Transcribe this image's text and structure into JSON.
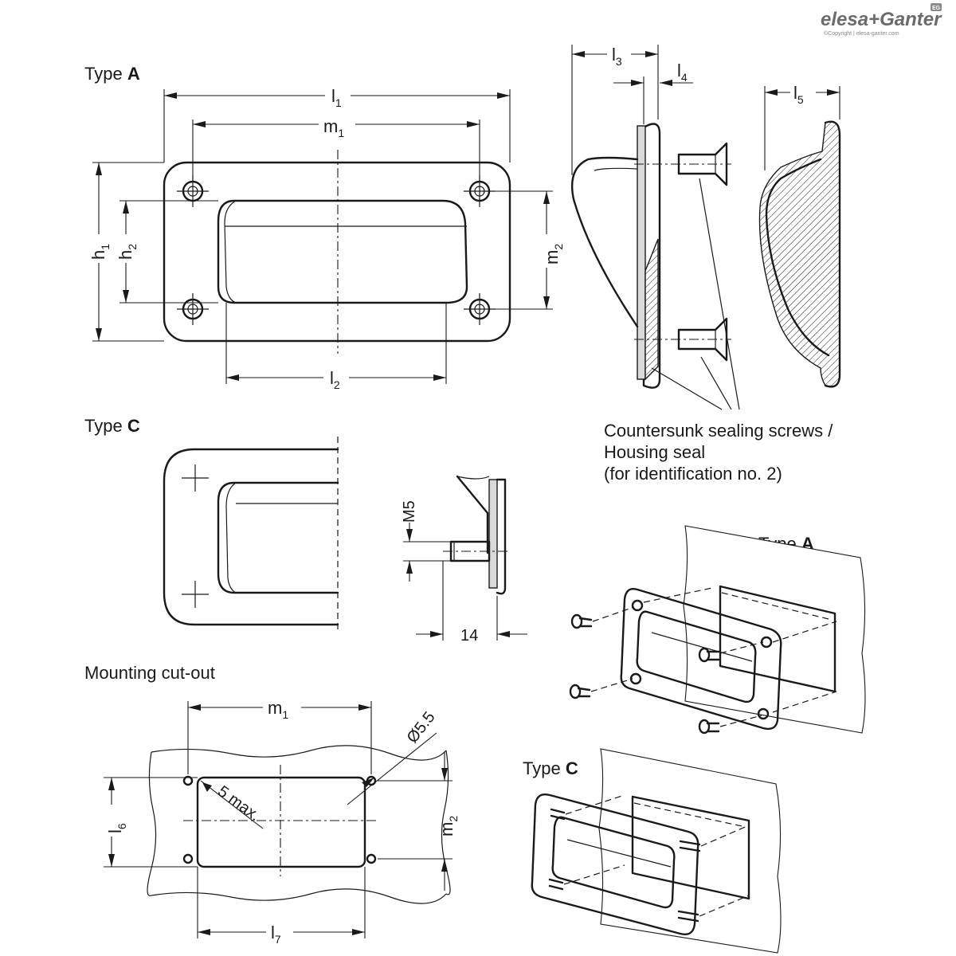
{
  "brand": {
    "logo": "elesa+Ganter",
    "badge": "EG",
    "copyright": "©Copyright | elesa-ganter.com"
  },
  "views": {
    "type_a": {
      "prefix": "Type ",
      "letter": "A"
    },
    "type_c": {
      "prefix": "Type ",
      "letter": "C"
    },
    "mounting_cutout": "Mounting cut-out",
    "iso_type_a": {
      "prefix": "Type ",
      "letter": "A"
    },
    "iso_type_c": {
      "prefix": "Type ",
      "letter": "C"
    }
  },
  "dimensions": {
    "l1": {
      "main": "l",
      "sub": "1"
    },
    "m1": {
      "main": "m",
      "sub": "1"
    },
    "h1": {
      "main": "h",
      "sub": "1"
    },
    "h2": {
      "main": "h",
      "sub": "2"
    },
    "m2": {
      "main": "m",
      "sub": "2"
    },
    "l2": {
      "main": "l",
      "sub": "2"
    },
    "l3": {
      "main": "l",
      "sub": "3"
    },
    "l4": {
      "main": "l",
      "sub": "4"
    },
    "l5": {
      "main": "l",
      "sub": "5"
    },
    "m5": "M5",
    "d14": "14",
    "cut_m1": {
      "main": "m",
      "sub": "1"
    },
    "cut_m2": {
      "main": "m",
      "sub": "2"
    },
    "l6": {
      "main": "l",
      "sub": "6"
    },
    "l7": {
      "main": "l",
      "sub": "7"
    },
    "hole": "Ø5.5",
    "radius": "5 max."
  },
  "note": {
    "line1": "Countersunk sealing screws /",
    "line2": "Housing seal",
    "line3": "(for identification no. 2)"
  }
}
